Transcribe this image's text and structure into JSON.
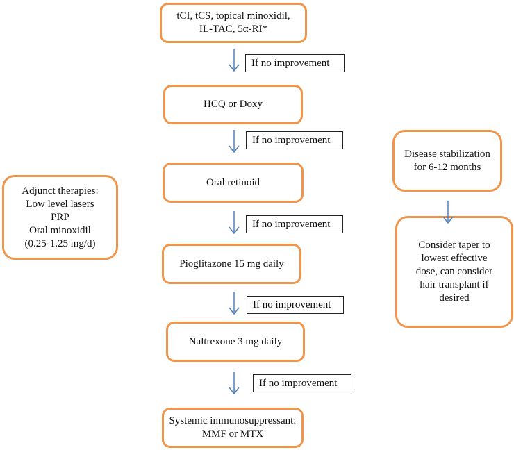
{
  "steps": {
    "s1": "tCI, tCS, topical minoxidil,\nIL-TAC, 5α-RI*",
    "s2": "HCQ or Doxy",
    "s3": "Oral retinoid",
    "s4": "Pioglitazone 15 mg daily",
    "s5": "Naltrexone 3 mg daily",
    "s6": "Systemic immunosuppressant:\nMMF or MTX"
  },
  "condition_label": "If no improvement",
  "adjunct": "Adjunct therapies:\nLow level lasers\nPRP\nOral minoxidil\n(0.25-1.25 mg/d)",
  "stabilization": "Disease stabilization\nfor 6-12 months",
  "taper": "Consider taper to\nlowest effective\ndose, can consider\nhair transplant if\ndesired",
  "colors": {
    "node_border": "#f0954a",
    "arrow": "#4f81bd",
    "label_border": "#222222"
  }
}
